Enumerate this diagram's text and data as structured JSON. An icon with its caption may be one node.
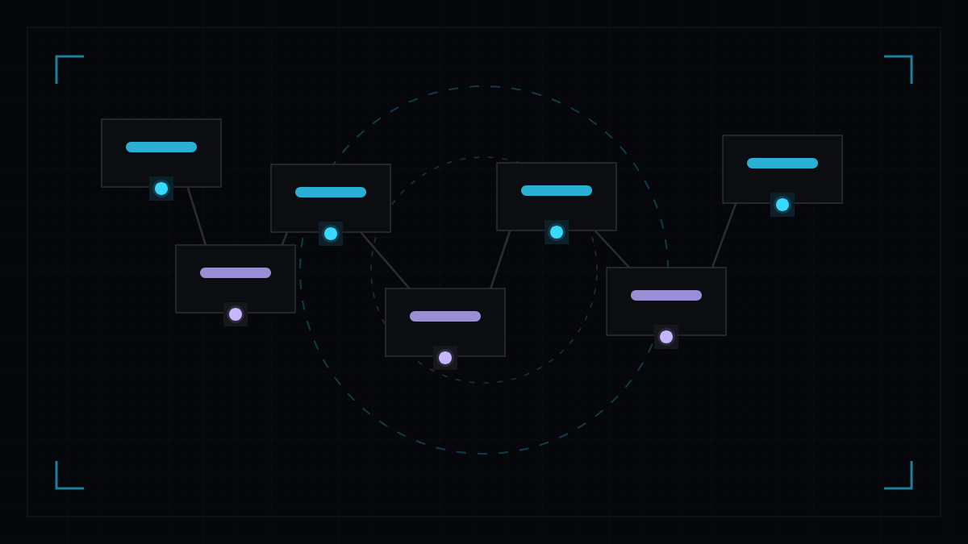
{
  "diagram": {
    "nodes": [
      {
        "text": [],
        "shape": "box"
      },
      {
        "text": [],
        "shape": "box"
      },
      {
        "text": [],
        "shape": "box"
      },
      {
        "text": [],
        "shape": "box"
      },
      {
        "text": [],
        "shape": "box"
      },
      {
        "text": [],
        "shape": "box"
      },
      {
        "text": [],
        "shape": "box"
      }
    ],
    "edges": [
      {
        "from": 0,
        "to": 1,
        "arrow": "none"
      },
      {
        "from": 1,
        "to": 2,
        "arrow": "none"
      },
      {
        "from": 2,
        "to": 3,
        "arrow": "none"
      },
      {
        "from": 3,
        "to": 4,
        "arrow": "none"
      },
      {
        "from": 4,
        "to": 5,
        "arrow": "none"
      },
      {
        "from": 5,
        "to": 6,
        "arrow": "none"
      }
    ]
  }
}
